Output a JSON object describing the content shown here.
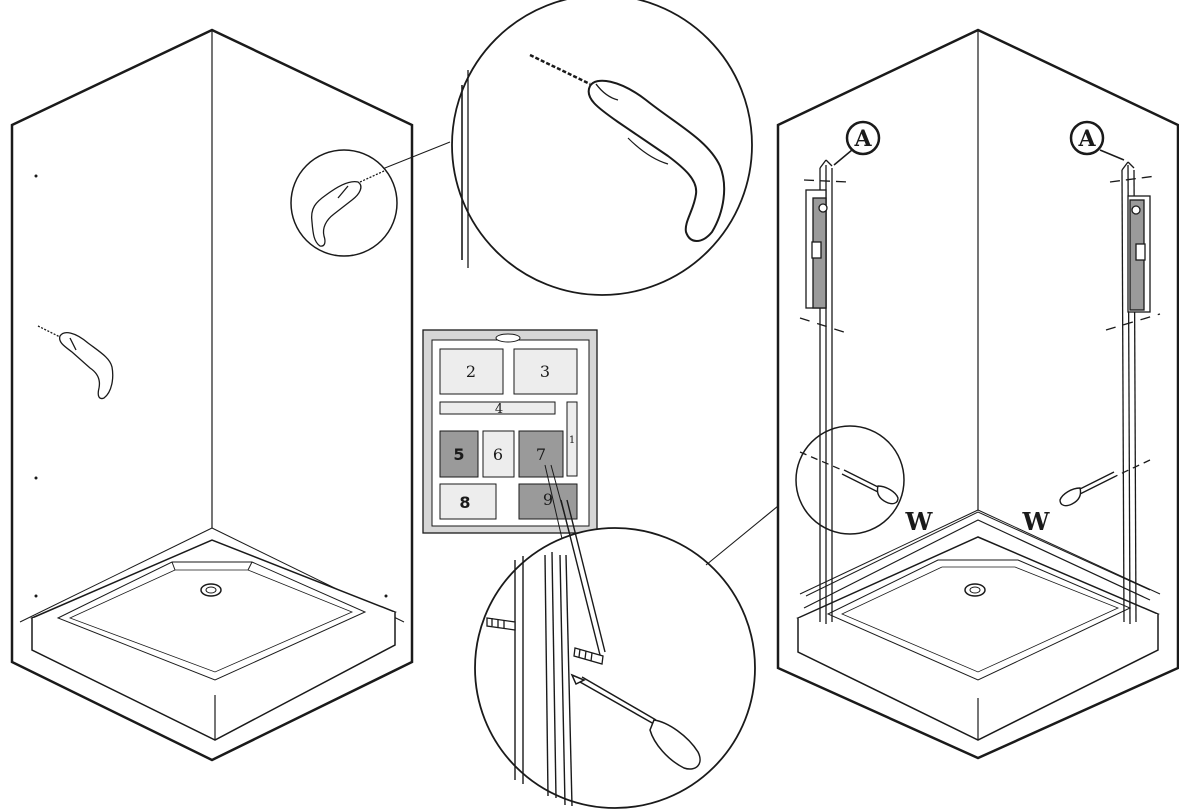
{
  "panel_labels": {
    "p2": "2",
    "p3": "3",
    "p4": "4",
    "p1": "1",
    "p5": "5",
    "p6": "6",
    "p7": "7",
    "p8": "8",
    "p9": "9"
  },
  "callouts": {
    "a_left": "A",
    "a_right": "A",
    "w_left": "W",
    "w_right": "W"
  },
  "colors": {
    "line": "#1a1a1a",
    "panel_gray": "#9a9a9a",
    "panel_light": "#ededed",
    "panel_frame": "#d6d6d6"
  }
}
